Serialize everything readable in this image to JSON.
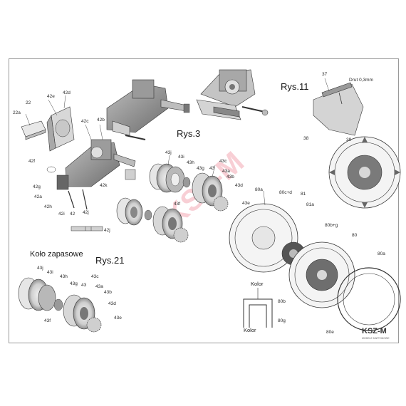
{
  "watermark": "KSZ-M",
  "logo": {
    "text": "KSZ-M",
    "tagline": "MODELE KARTONOWE"
  },
  "titles": {
    "rys3": "Rys.3",
    "rys11": "Rys.11",
    "rys21": "Rys.21",
    "spare": "Koło zapasowe",
    "wire": "Drut 0,3mm",
    "kolor_top": "Kolor",
    "kolor_bottom": "Kolor"
  },
  "labels": {
    "l22": "22",
    "l22a": "22a",
    "l42e": "42e",
    "l42d": "42d",
    "l42f": "42f",
    "l42c": "42c",
    "l42b": "42b",
    "l42g": "42g",
    "l42a": "42a",
    "l42h": "42h",
    "l42i": "42i",
    "l42": "42",
    "l42j": "42j",
    "l42k": "42k",
    "l42j2": "42j",
    "l43j": "43j",
    "l43i": "43i",
    "l43h": "43h",
    "l43g": "43g",
    "l43": "43",
    "l43c": "43c",
    "l43a": "43a",
    "l43b": "43b",
    "l43d": "43d",
    "l43e": "43e",
    "l43f": "43f",
    "s43j": "43j",
    "s43i": "43i",
    "s43h": "43h",
    "s43g": "43g",
    "s43": "43",
    "s43c": "43c",
    "s43a": "43a",
    "s43b": "43b",
    "s43d": "43d",
    "s43e": "43e",
    "s43f": "43f",
    "l37": "37",
    "l38": "38",
    "l39": "39",
    "l80a": "80a",
    "l80cd": "80c+d",
    "l81": "81",
    "l81a": "81a",
    "l80bg": "80b+g",
    "l80": "80",
    "l80a2": "80a",
    "l80e": "80e",
    "l80b": "80b",
    "l80g": "80g"
  }
}
